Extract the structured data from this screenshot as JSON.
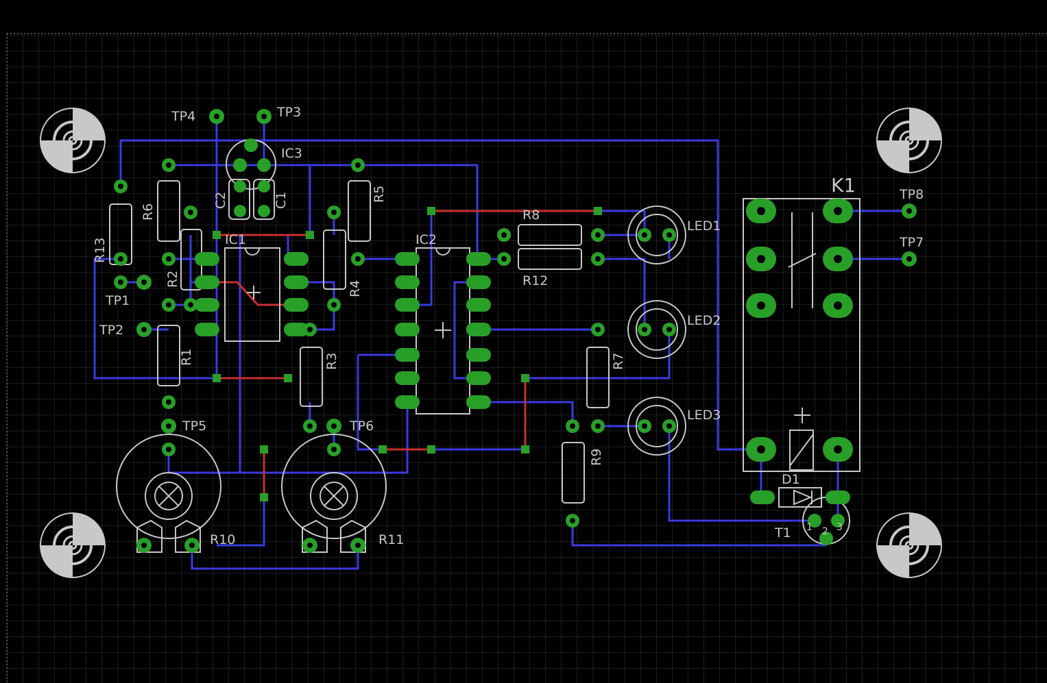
{
  "colors": {
    "background": "#000000",
    "grid": "#3a3a3a",
    "top_trace": "#c83030",
    "bottom_trace": "#3a3ae0",
    "pad": "#28a028",
    "silkscreen": "#c8c8c8"
  },
  "labels": {
    "tp1": "TP1",
    "tp2": "TP2",
    "tp3": "TP3",
    "tp4": "TP4",
    "tp5": "TP5",
    "tp6": "TP6",
    "tp7": "TP7",
    "tp8": "TP8",
    "ic1": "IC1",
    "ic2": "IC2",
    "ic3": "IC3",
    "c1": "C1",
    "c2": "C2",
    "r1": "R1",
    "r2": "R2",
    "r3": "R3",
    "r4": "R4",
    "r5": "R5",
    "r6": "R6",
    "r7": "R7",
    "r8": "R8",
    "r9": "R9",
    "r10": "R10",
    "r11": "R11",
    "r12": "R12",
    "r13": "R13",
    "led1": "LED1",
    "led2": "LED2",
    "led3": "LED3",
    "k1": "K1",
    "d1": "D1",
    "t1": "T1",
    "t1_pin1": "1",
    "t1_pin2": "2",
    "t1_pin3": "3"
  }
}
